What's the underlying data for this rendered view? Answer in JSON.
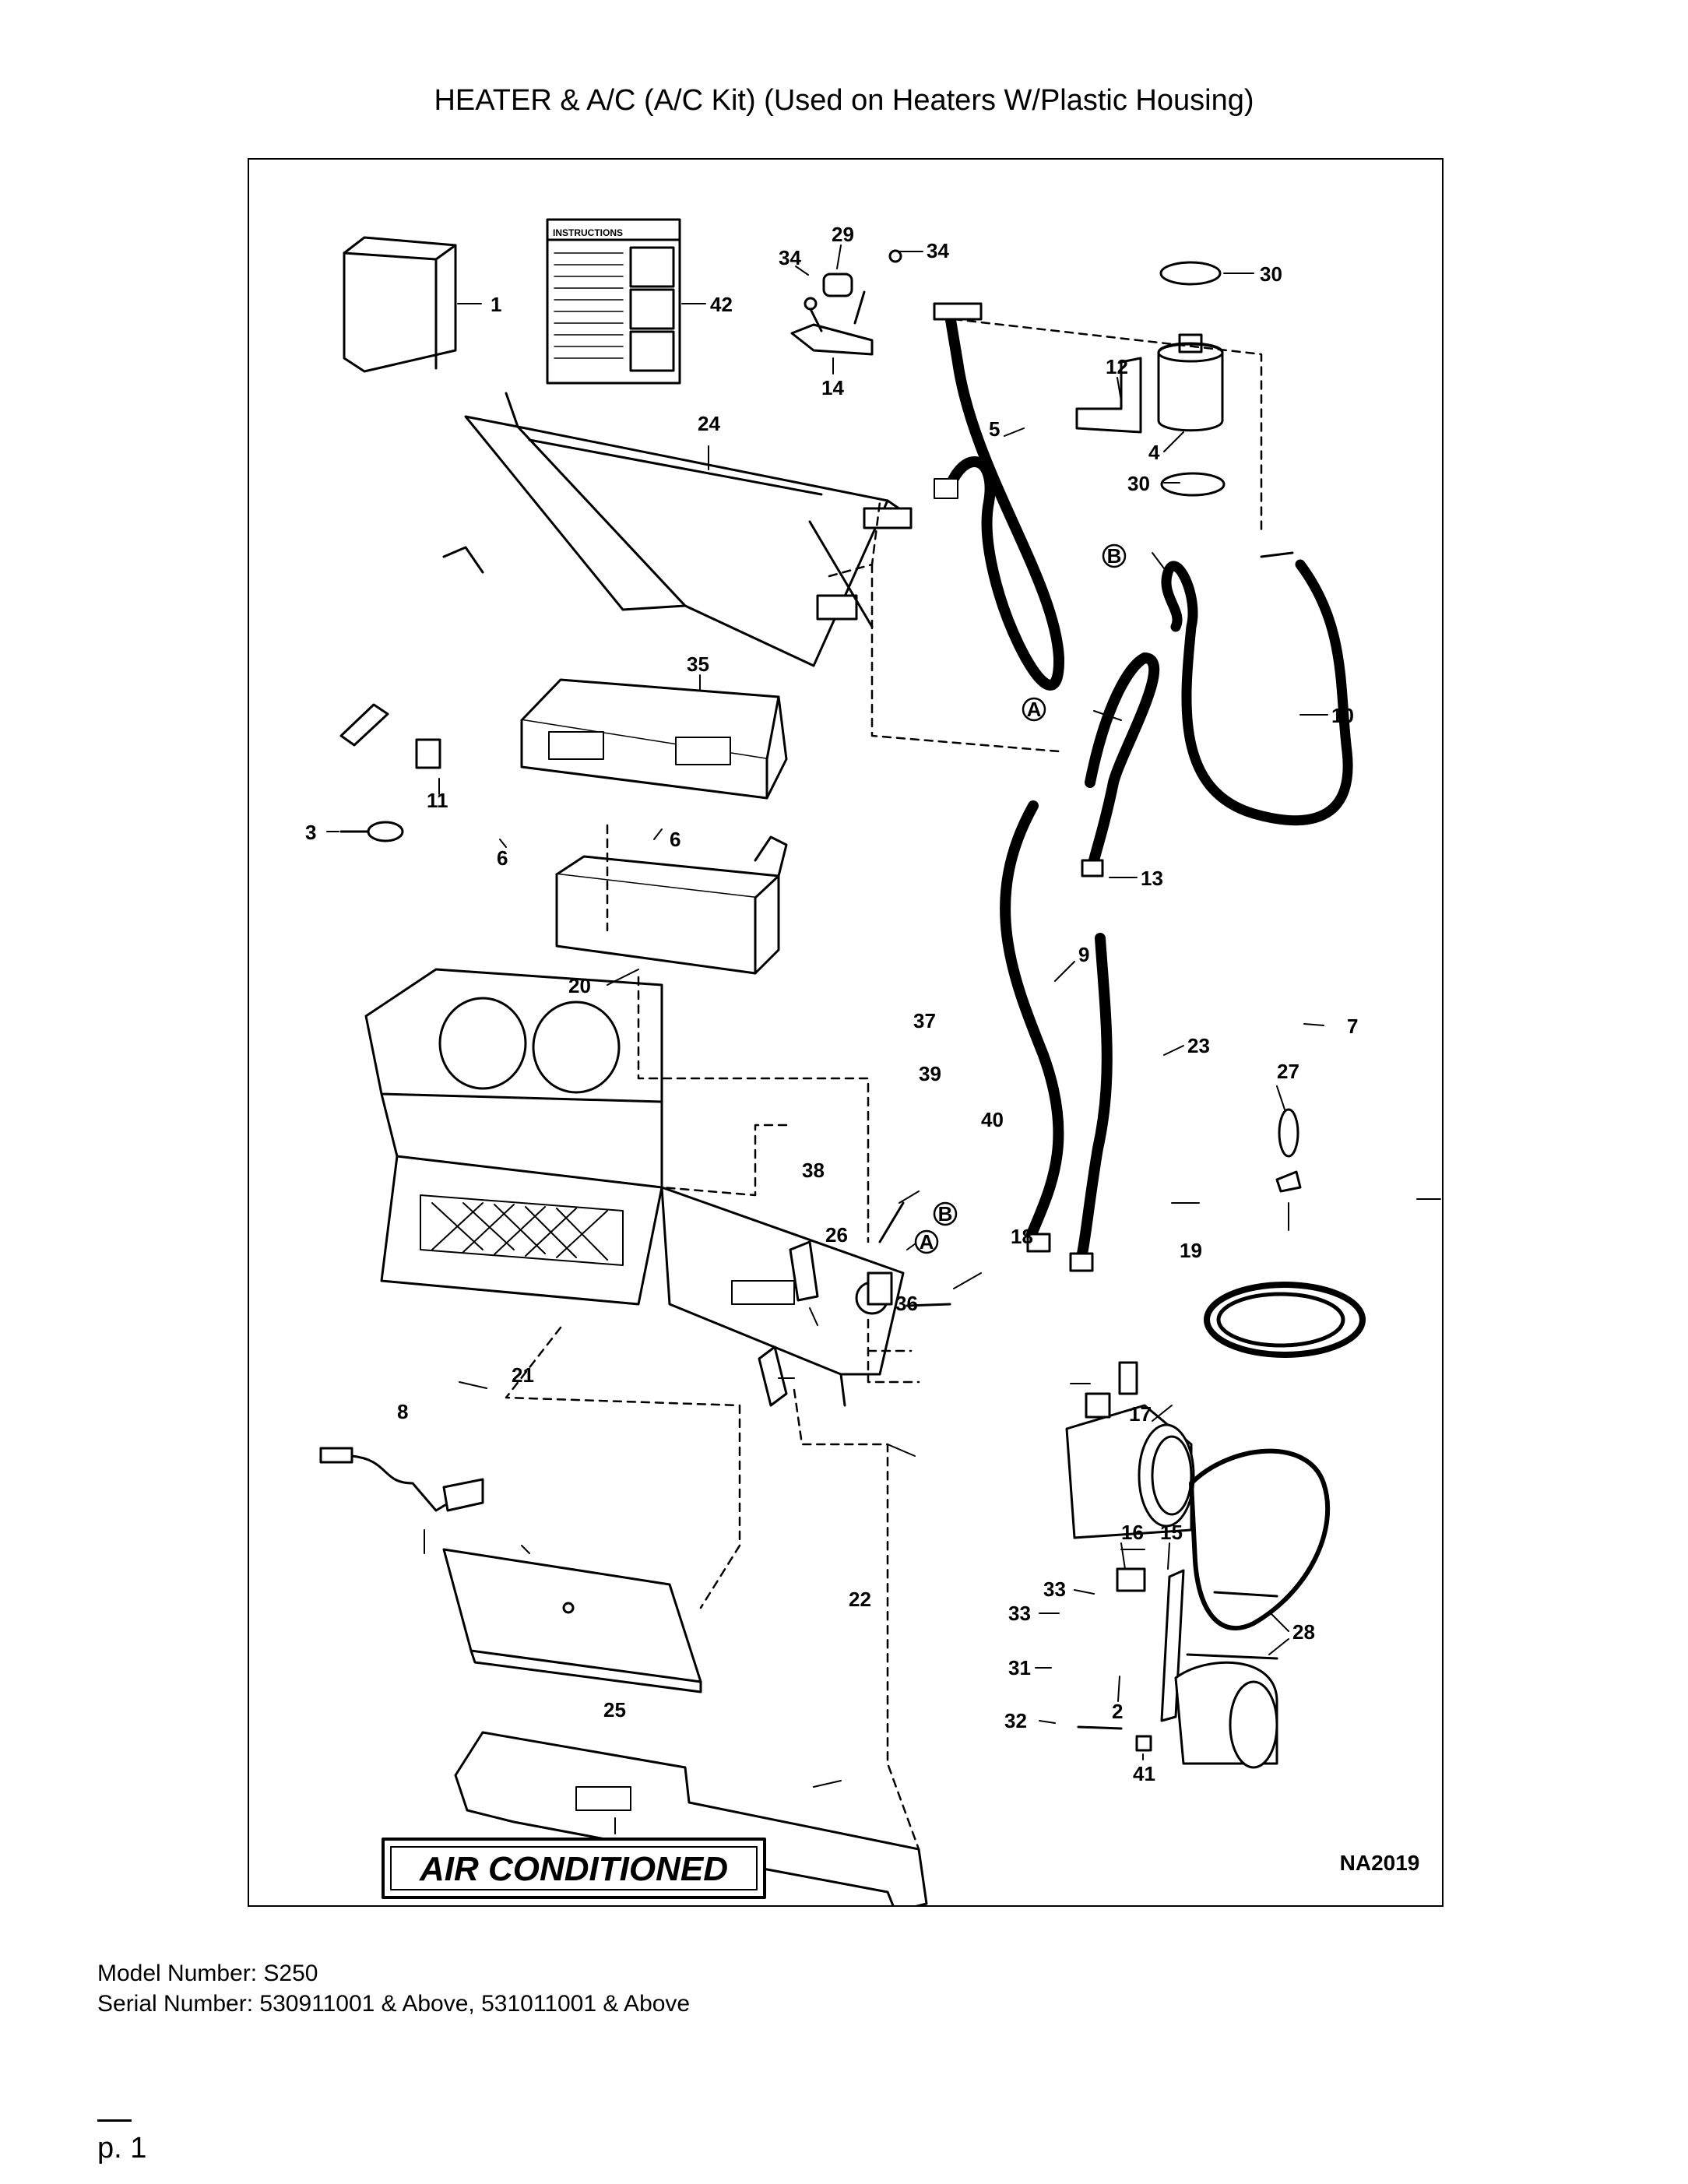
{
  "page": {
    "title": "HEATER & A/C (A/C Kit) (Used on Heaters W/Plastic Housing)",
    "model_line": "Model Number: S250",
    "serial_line": "Serial Number: 530911001 & Above, 531011001 & Above",
    "page_number": "p. 1"
  },
  "diagram": {
    "instructions_label": "INSTRUCTIONS",
    "decal_text": "AIR CONDITIONED",
    "drawing_code": "NA2019",
    "connectors": {
      "a": "A",
      "b": "B"
    },
    "callouts": {
      "c1": "1",
      "c2": "2",
      "c3": "3",
      "c4": "4",
      "c5": "5",
      "c6a": "6",
      "c6b": "6",
      "c7": "7",
      "c8": "8",
      "c9": "9",
      "c10": "10",
      "c11": "11",
      "c12": "12",
      "c13": "13",
      "c14": "14",
      "c15": "15",
      "c16": "16",
      "c17": "17",
      "c18": "18",
      "c19": "19",
      "c20": "20",
      "c21": "21",
      "c22": "22",
      "c23": "23",
      "c24": "24",
      "c25": "25",
      "c26": "26",
      "c27": "27",
      "c28": "28",
      "c29": "29",
      "c30a": "30",
      "c30b": "30",
      "c31": "31",
      "c32": "32",
      "c33a": "33",
      "c33b": "33",
      "c34a": "34",
      "c34b": "34",
      "c35": "35",
      "c36": "36",
      "c37": "37",
      "c38": "38",
      "c39": "39",
      "c40": "40",
      "c41": "41",
      "c42": "42"
    }
  }
}
